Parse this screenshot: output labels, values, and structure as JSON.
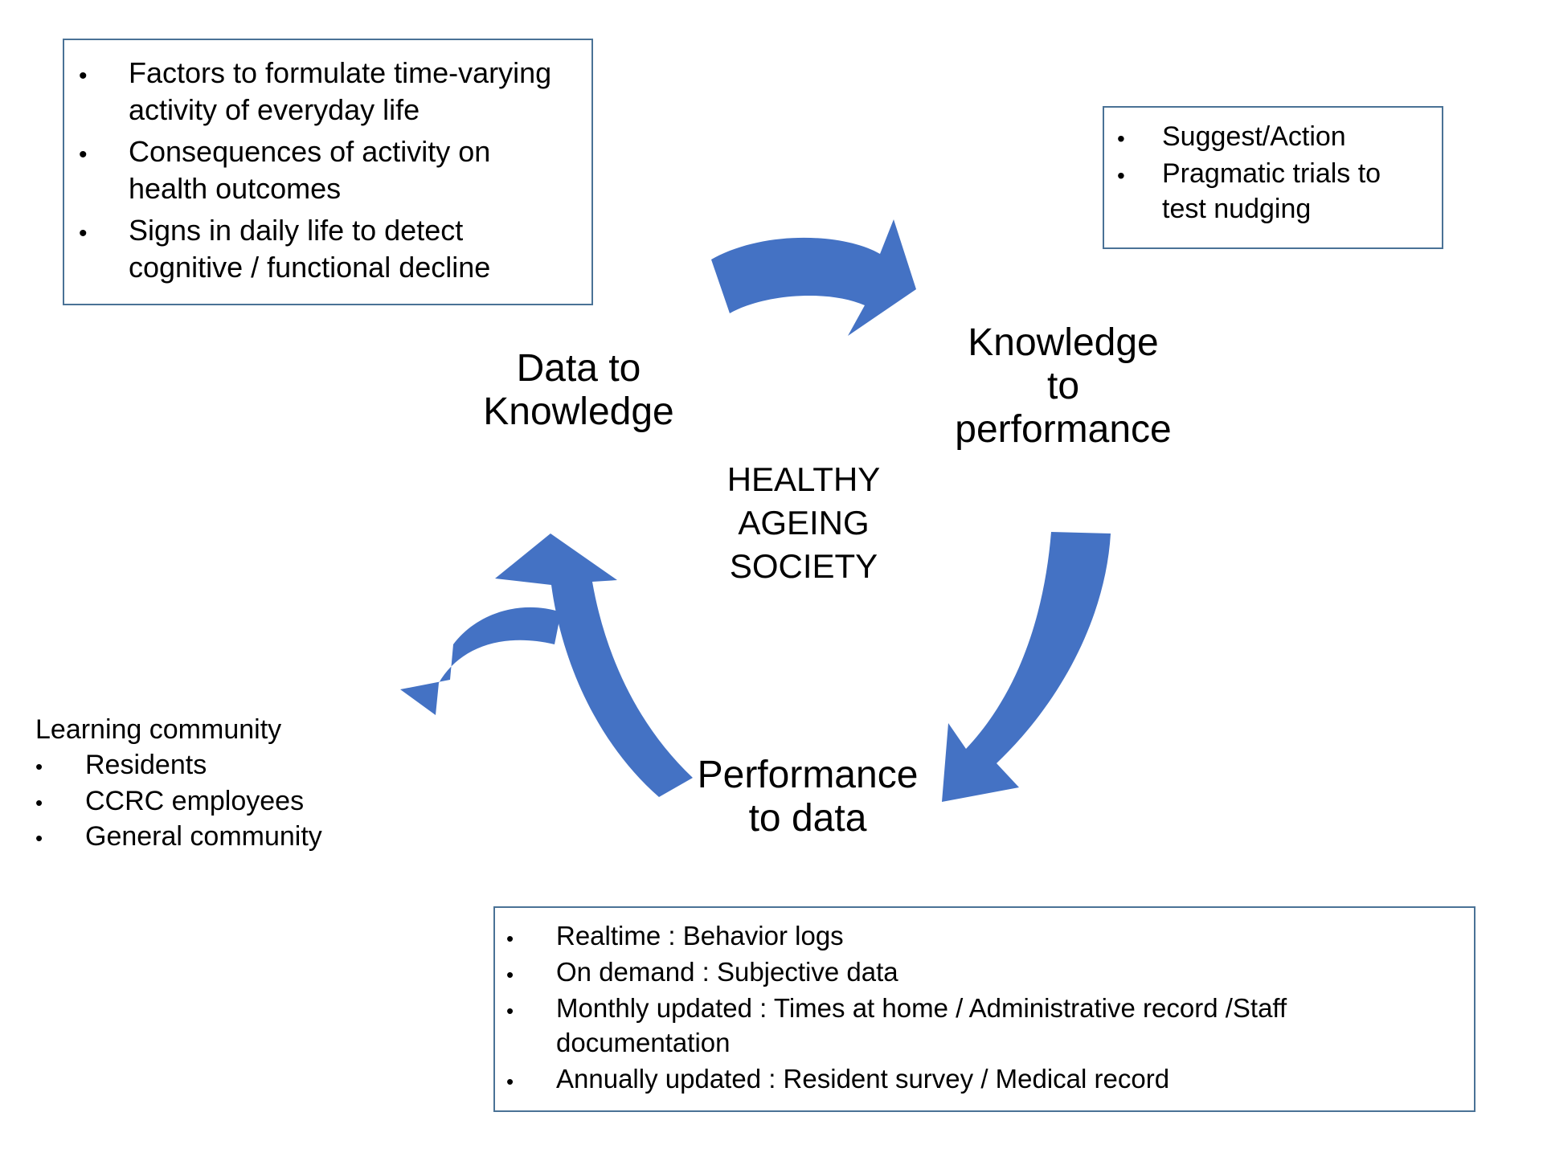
{
  "diagram": {
    "center_label": "HEALTHY\nAGEING\nSOCIETY",
    "accent_color": "#4472C4",
    "box_border_color": "#4A7296",
    "cycle_labels": {
      "data_to_knowledge": "Data to\nKnowledge",
      "knowledge_to_performance": "Knowledge\nto\nperformance",
      "performance_to_data": "Performance\nto data"
    },
    "arrows": [
      {
        "name": "knowledge-to-performance-arrow",
        "direction": "right"
      },
      {
        "name": "performance-to-data-arrow",
        "direction": "down-left"
      },
      {
        "name": "data-to-knowledge-arrow",
        "direction": "up-and-left"
      }
    ]
  },
  "boxes": {
    "factors": {
      "bullet_glyph": "•",
      "items": [
        "Factors to formulate time-varying activity of everyday life",
        "Consequences of activity on health outcomes",
        "Signs in daily life to detect cognitive / functional decline"
      ]
    },
    "suggest": {
      "bullet_glyph": "•",
      "items": [
        "Suggest/Action",
        "Pragmatic trials to test nudging"
      ]
    },
    "data_sources": {
      "bullet_glyph": "•",
      "items": [
        "Realtime : Behavior logs",
        "On demand : Subjective data",
        "Monthly updated : Times at home / Administrative record /Staff documentation",
        "Annually updated : Resident survey / Medical record"
      ]
    }
  },
  "learning_community": {
    "title": "Learning community",
    "bullet_glyph": "•",
    "items": [
      "Residents",
      "CCRC employees",
      "General community"
    ]
  }
}
